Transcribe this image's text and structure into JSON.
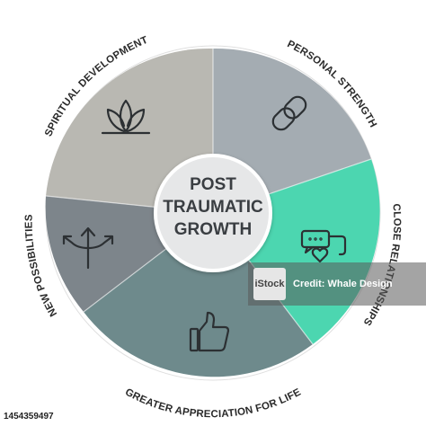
{
  "diagram": {
    "center": {
      "lines": [
        "POST",
        "TRAUMATIC",
        "GROWTH"
      ]
    },
    "segments": [
      {
        "key": "spiritual",
        "label": "SPIRITUAL DEVELOPMENT",
        "color": "#b9b8b2",
        "icon": "lotus-icon"
      },
      {
        "key": "strength",
        "label": "PERSONAL STRENGTH",
        "color": "#a4acb2",
        "icon": "chain-link-icon"
      },
      {
        "key": "relationships",
        "label": "CLOSE RELATIONSHIPS",
        "color": "#4cd6b0",
        "icon": "chat-heart-icon"
      },
      {
        "key": "appreciation",
        "label": "GREATER APPRECIATION FOR LIFE",
        "color": "#6e8a8c",
        "icon": "thumbs-up-icon"
      },
      {
        "key": "possibilities",
        "label": "NEW POSSIBILITIES",
        "color": "#7d858b",
        "icon": "diverging-arrows-icon"
      }
    ]
  },
  "watermark": {
    "logo_text": "iStock",
    "credit": "Credit: Whale Design"
  },
  "stock_id": "1454359497"
}
